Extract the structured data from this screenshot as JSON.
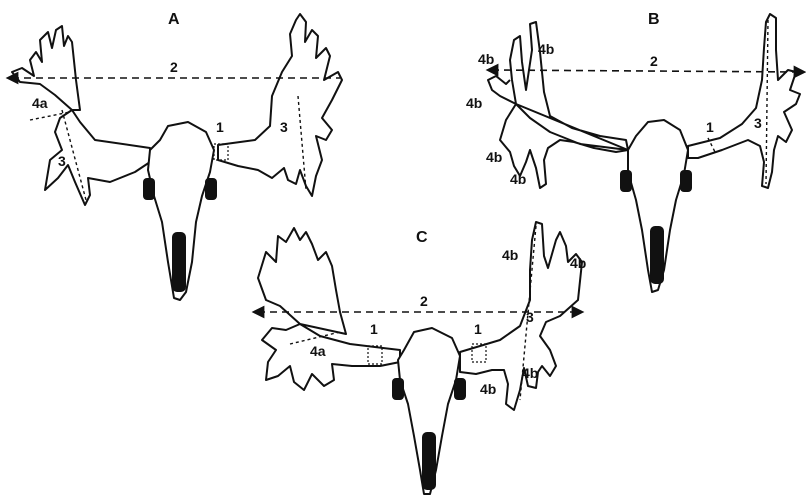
{
  "panels": [
    {
      "id": "A",
      "labels": {
        "beam": "1",
        "spread": "2",
        "palm_length": "3",
        "palm_width": "4a"
      }
    },
    {
      "id": "B",
      "labels": {
        "beam": "1",
        "spread": "2",
        "palm_length": "3",
        "points": [
          "4b",
          "4b",
          "4b",
          "4b",
          "4b"
        ]
      }
    },
    {
      "id": "C",
      "labels": {
        "beam_left": "1",
        "beam_right": "1",
        "spread": "2",
        "palm_length": "3",
        "palm_width": "4a",
        "points": [
          "4b",
          "4b",
          "4b",
          "4b"
        ]
      }
    }
  ],
  "colors": {
    "ink": "#111111",
    "background": "#ffffff"
  }
}
